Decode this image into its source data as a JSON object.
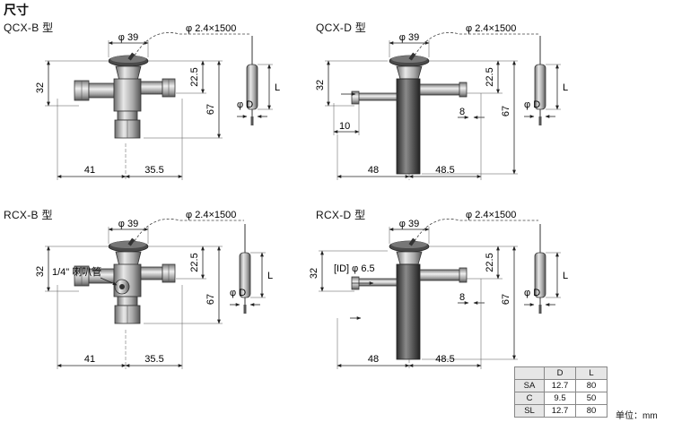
{
  "title": "尺寸",
  "unit_label": "单位：mm",
  "views": [
    {
      "model": "QCX-B 型",
      "labels": {
        "phi39": "φ 39",
        "capillary": "φ 2.4×1500",
        "d32": "32",
        "d22_5": "22.5",
        "d67": "67",
        "d41": "41",
        "d35_5": "35.5",
        "phiD": "φ D",
        "L": "L"
      }
    },
    {
      "model": "QCX-D 型",
      "labels": {
        "phi39": "φ 39",
        "capillary": "φ 2.4×1500",
        "d32": "32",
        "d22_5": "22.5",
        "d67": "67",
        "d8": "8",
        "d10": "10",
        "d48": "48",
        "d48_5": "48.5",
        "phiD": "φ D",
        "L": "L"
      }
    },
    {
      "model": "RCX-B 型",
      "labels": {
        "phi39": "φ 39",
        "capillary": "φ 2.4×1500",
        "d32": "32",
        "d22_5": "22.5",
        "d67": "67",
        "d41": "41",
        "d35_5": "35.5",
        "phiD": "φ D",
        "L": "L",
        "flare": "1/4\" 喇叭管"
      }
    },
    {
      "model": "RCX-D 型",
      "labels": {
        "phi39": "φ 39",
        "capillary": "φ 2.4×1500",
        "d32": "32",
        "d22_5": "22.5",
        "d67": "67",
        "d8": "8",
        "d48": "48",
        "d48_5": "48.5",
        "phiD": "φ D",
        "L": "L",
        "id": "[ID] φ 6.5"
      }
    }
  ],
  "spec_table": {
    "headers": [
      "",
      "D",
      "L"
    ],
    "rows": [
      {
        "name": "SA",
        "D": "12.7",
        "L": "80"
      },
      {
        "name": "C",
        "D": "9.5",
        "L": "50"
      },
      {
        "name": "SL",
        "D": "12.7",
        "L": "80"
      }
    ]
  }
}
